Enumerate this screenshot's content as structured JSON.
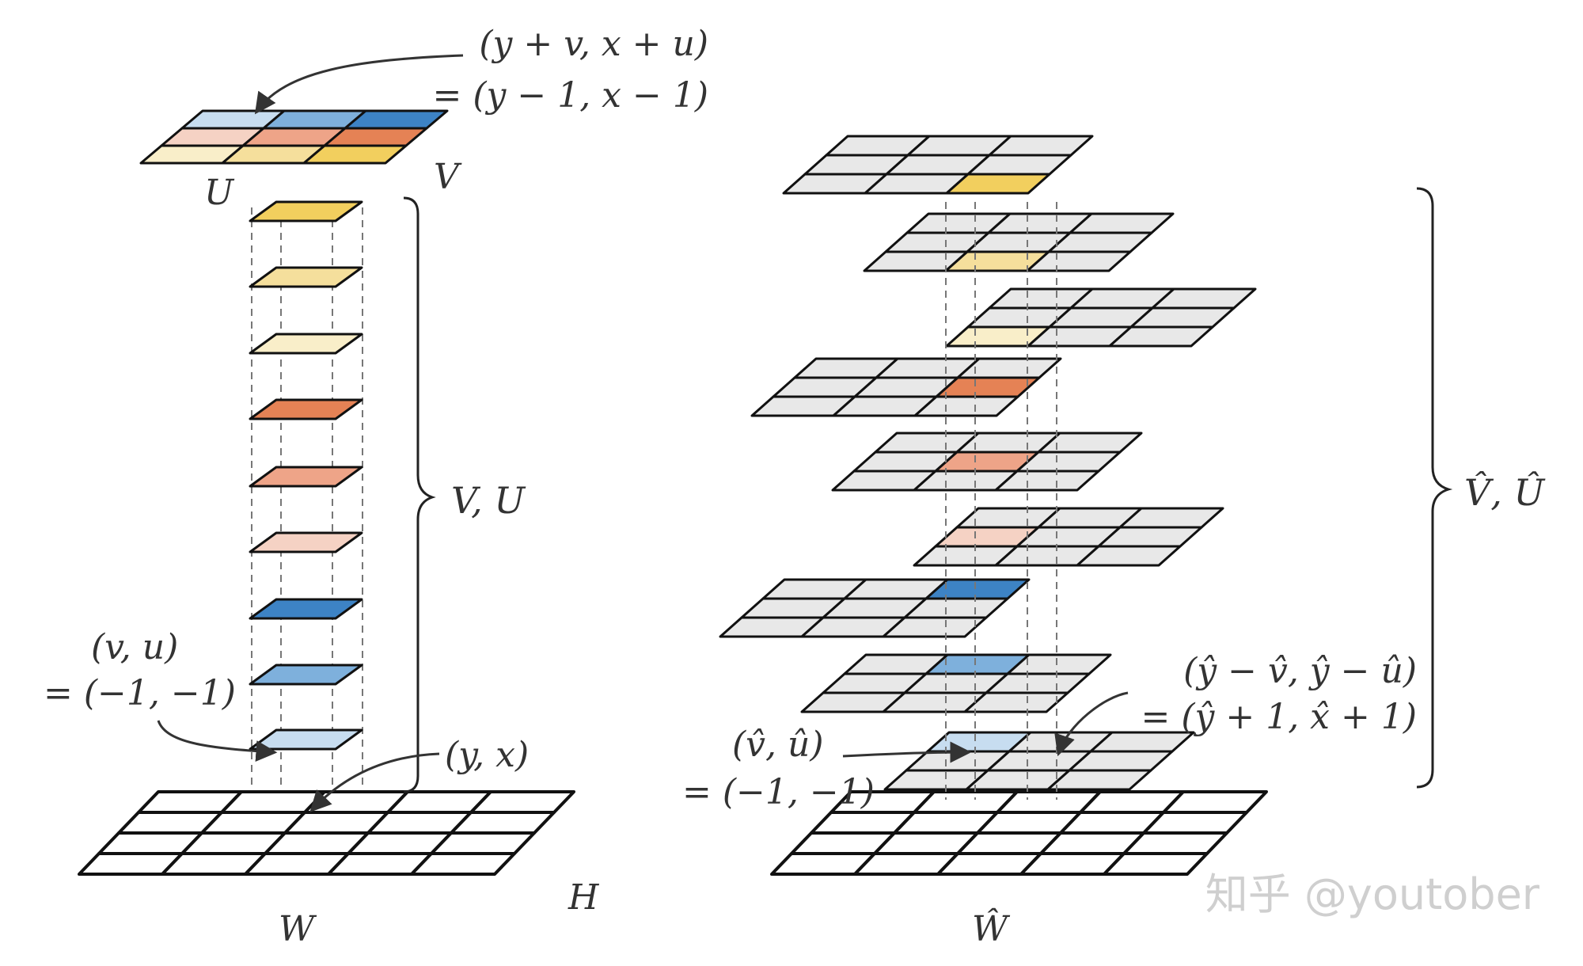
{
  "colors": {
    "y1": "#f2cf5e",
    "y2": "#f5df9c",
    "y3": "#f9eec9",
    "o1": "#e58255",
    "o2": "#eea488",
    "o3": "#f5d2c4",
    "b1": "#3d83c5",
    "b2": "#7eb0dc",
    "b3": "#c7ddf0",
    "gray": "#e8e8e8",
    "white": "#ffffff",
    "stroke": "#111111",
    "label": "#333333"
  },
  "left": {
    "top_label_line1": "(y + v, x + u)",
    "top_label_line2": "= (y − 1, x − 1)",
    "top_grid_u_label": "U",
    "top_grid_v_label": "V",
    "brace_label": "V, U",
    "offset_label_line1": "(v, u)",
    "offset_label_line2": "= (−1, −1)",
    "pixel_label": "(y, x)",
    "bottom_grid_w_label": "W",
    "bottom_grid_h_label": "H",
    "kernel_3x3_colors": [
      "b3",
      "b2",
      "b1",
      "o3",
      "o2",
      "o1",
      "y3",
      "y2",
      "y1"
    ],
    "stack_cell_colors": [
      "y1",
      "y2",
      "y3",
      "o1",
      "o2",
      "o3",
      "b1",
      "b2",
      "b3"
    ]
  },
  "right": {
    "brace_label": "V̂, Û",
    "shifted_label_line1": "(ŷ − v̂, ŷ − û)",
    "shifted_label_line2": "= (ŷ + 1, x̂ + 1)",
    "offset_label_line1": "(v̂, û)",
    "offset_label_line2": "= (−1, −1)",
    "bottom_grid_w_label": "Ŵ",
    "layer_highlights": [
      {
        "row": 2,
        "col": 2,
        "color": "y1"
      },
      {
        "row": 2,
        "col": 1,
        "color": "y2"
      },
      {
        "row": 2,
        "col": 0,
        "color": "y3"
      },
      {
        "row": 1,
        "col": 2,
        "color": "o1"
      },
      {
        "row": 1,
        "col": 1,
        "color": "o2"
      },
      {
        "row": 1,
        "col": 0,
        "color": "o3"
      },
      {
        "row": 0,
        "col": 2,
        "color": "b1"
      },
      {
        "row": 0,
        "col": 1,
        "color": "b2"
      },
      {
        "row": 0,
        "col": 0,
        "color": "b3"
      }
    ]
  },
  "watermark": "知乎 @youtober"
}
